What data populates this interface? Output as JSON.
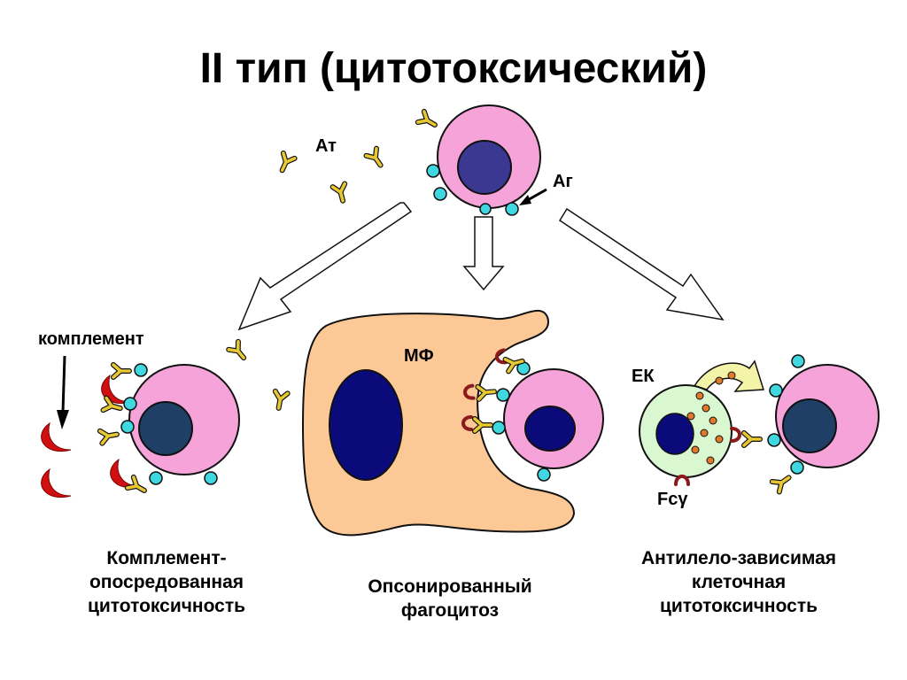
{
  "title": "II тип (цитотоксический)",
  "labels": {
    "antibody": "Ат",
    "antigen": "Аг",
    "complement": "комплемент",
    "macrophage": "МФ",
    "nk_cell": "ЕК",
    "fc_receptor": "Fcγ"
  },
  "captions": {
    "left": [
      "Комплемент-",
      "опосредованная",
      "цитотоксичность"
    ],
    "center": [
      "Опсонированный",
      "фагоцитоз"
    ],
    "right": [
      "Антилело-зависимая",
      "клеточная",
      "цитотоксичность"
    ]
  },
  "colors": {
    "cell_fill": "#f5a3d9",
    "cell_nucleus": "#3a3890",
    "target_nucleus": "#1f3f66",
    "macrophage_fill": "#fcc996",
    "macrophage_nucleus": "#0a0a7a",
    "nk_fill": "#d9f7d0",
    "nk_nucleus": "#0a0a7a",
    "nk_granule": "#e07a2a",
    "antigen": "#3fd7e0",
    "antibody": "#e8c832",
    "complement": "#d01010",
    "fc_receptor": "#8b1a1a",
    "process_arrow_fill": "#f4f4a8"
  }
}
